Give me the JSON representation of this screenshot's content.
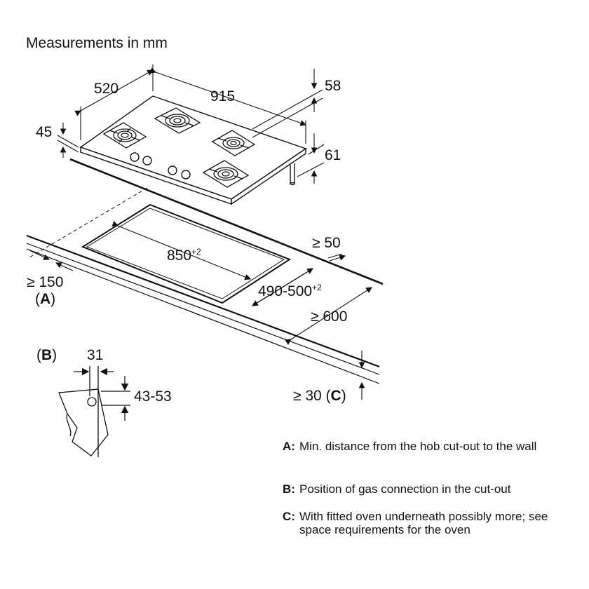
{
  "title": "Measurements in mm",
  "dimensions": {
    "depth": "520",
    "width": "915",
    "height_left": "45",
    "burner_offset": "58",
    "height_right": "61",
    "cutout_width": "850",
    "cutout_width_tol": "+2",
    "cutout_depth": "490-500",
    "cutout_depth_tol": "+2",
    "min_back": "≥ 50",
    "min_wall": "≥ 150",
    "min_worktop": "≥ 600",
    "min_thickness_prefix": "≥ 30 (",
    "min_thickness_key": "C",
    "min_thickness_suffix": ")"
  },
  "labels": {
    "A_marker": "A",
    "B_marker": "B",
    "gas_offset": "31",
    "gas_height": "43-53"
  },
  "legend": [
    {
      "key": "A:",
      "text": "Min. distance from the hob cut-out to the wall"
    },
    {
      "key": "B:",
      "text": "Position of gas connection in the cut-out"
    },
    {
      "key": "C:",
      "text": "With fitted oven underneath possibly more; see space requirements for the oven"
    }
  ]
}
